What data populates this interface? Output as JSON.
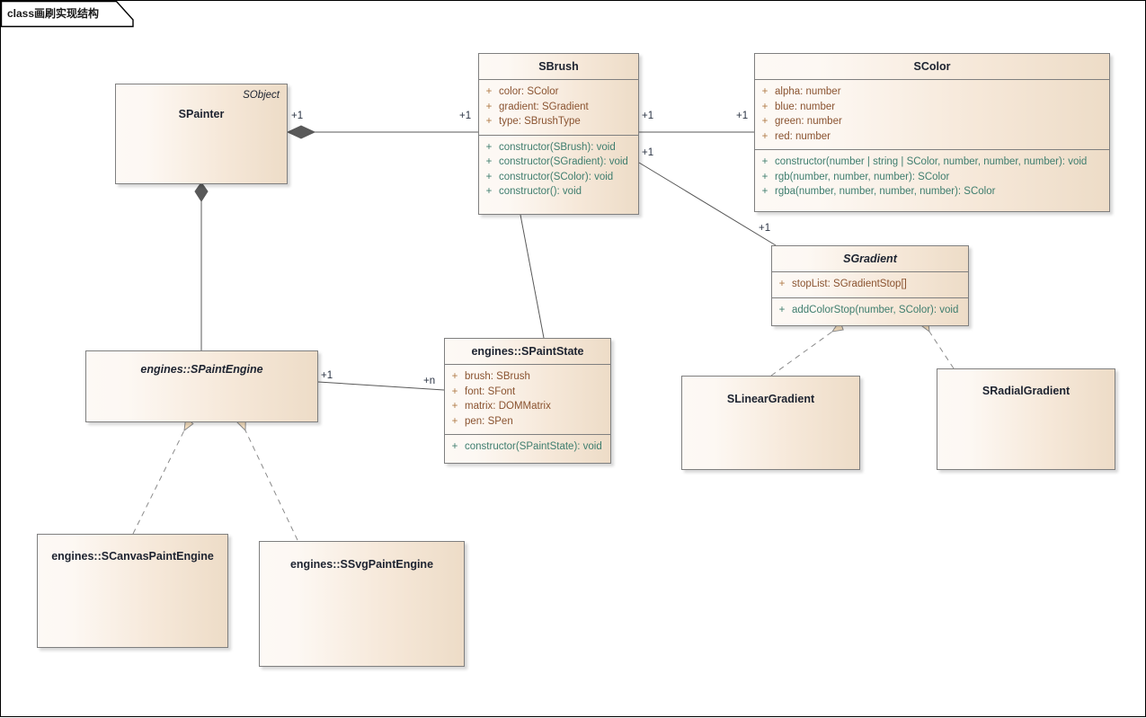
{
  "frame": {
    "keyword": "class",
    "name": "画刷实现结构",
    "label": "class画刷实现结构"
  },
  "colors": {
    "box_fill_light": "#fdf9f5",
    "box_fill_dark": "#eddcc7",
    "box_border": "#7f7f7f",
    "attribute_text": "#8a5330",
    "operation_text": "#3e7d6e",
    "visibility_text": "#b07a46",
    "title_text": "#1d2330",
    "link_line": "#595959",
    "arrowhead_fill": "#f5dfc0",
    "canvas_border": "#000000"
  },
  "classes": [
    {
      "id": "spainter",
      "name": "SPainter",
      "stereotype": "SObject",
      "abstract": false,
      "attributes": [],
      "operations": []
    },
    {
      "id": "sbrush",
      "name": "SBrush",
      "stereotype": "",
      "abstract": false,
      "attributes": [
        {
          "visibility": "+",
          "text": "color: SColor"
        },
        {
          "visibility": "+",
          "text": "gradient: SGradient"
        },
        {
          "visibility": "+",
          "text": "type: SBrushType"
        }
      ],
      "operations": [
        {
          "visibility": "+",
          "text": "constructor(SBrush): void"
        },
        {
          "visibility": "+",
          "text": "constructor(SGradient): void"
        },
        {
          "visibility": "+",
          "text": "constructor(SColor): void"
        },
        {
          "visibility": "+",
          "text": "constructor(): void"
        }
      ]
    },
    {
      "id": "scolor",
      "name": "SColor",
      "stereotype": "",
      "abstract": false,
      "attributes": [
        {
          "visibility": "+",
          "text": "alpha: number"
        },
        {
          "visibility": "+",
          "text": "blue: number"
        },
        {
          "visibility": "+",
          "text": "green: number"
        },
        {
          "visibility": "+",
          "text": "red: number"
        }
      ],
      "operations": [
        {
          "visibility": "+",
          "text": "constructor(number | string | SColor, number, number, number): void"
        },
        {
          "visibility": "+",
          "text": "rgb(number, number, number): SColor"
        },
        {
          "visibility": "+",
          "text": "rgba(number, number, number, number): SColor"
        }
      ]
    },
    {
      "id": "sgradient",
      "name": "SGradient",
      "stereotype": "",
      "abstract": true,
      "attributes": [
        {
          "visibility": "+",
          "text": "stopList: SGradientStop[]"
        }
      ],
      "operations": [
        {
          "visibility": "+",
          "text": "addColorStop(number, SColor): void"
        }
      ]
    },
    {
      "id": "spaintengine",
      "name": "engines::SPaintEngine",
      "stereotype": "",
      "abstract": true,
      "attributes": [],
      "operations": []
    },
    {
      "id": "spaintstate",
      "name": "engines::SPaintState",
      "stereotype": "",
      "abstract": false,
      "attributes": [
        {
          "visibility": "+",
          "text": "brush: SBrush"
        },
        {
          "visibility": "+",
          "text": "font: SFont"
        },
        {
          "visibility": "+",
          "text": "matrix: DOMMatrix"
        },
        {
          "visibility": "+",
          "text": "pen: SPen"
        }
      ],
      "operations": [
        {
          "visibility": "+",
          "text": "constructor(SPaintState): void"
        }
      ]
    },
    {
      "id": "slineargradient",
      "name": "SLinearGradient",
      "stereotype": "",
      "abstract": false,
      "attributes": [],
      "operations": []
    },
    {
      "id": "sradialgradient",
      "name": "SRadialGradient",
      "stereotype": "",
      "abstract": false,
      "attributes": [],
      "operations": []
    },
    {
      "id": "scanvaspaintengine",
      "name": "engines::SCanvasPaintEngine",
      "stereotype": "",
      "abstract": false,
      "attributes": [],
      "operations": []
    },
    {
      "id": "ssvgpaintengine",
      "name": "engines::SSvgPaintEngine",
      "stereotype": "",
      "abstract": false,
      "attributes": [],
      "operations": []
    }
  ],
  "multiplicities": [
    {
      "id": "m-spainter-brush",
      "label": "+1"
    },
    {
      "id": "m-sbrush-painter",
      "label": "+1"
    },
    {
      "id": "m-sbrush-color",
      "label": "+1"
    },
    {
      "id": "m-scolor-brush",
      "label": "+1"
    },
    {
      "id": "m-sbrush-gradient",
      "label": "+1"
    },
    {
      "id": "m-sgradient-brush",
      "label": "+1"
    },
    {
      "id": "m-spaintengine-state",
      "label": "+1"
    },
    {
      "id": "m-spaintstate-engine",
      "label": "+n"
    }
  ],
  "relations": [
    {
      "id": "r-painter-brush",
      "type": "composition",
      "from": "SPainter",
      "to": "SBrush"
    },
    {
      "id": "r-brush-color",
      "type": "association",
      "from": "SBrush",
      "to": "SColor"
    },
    {
      "id": "r-brush-gradient",
      "type": "association",
      "from": "SBrush",
      "to": "SGradient"
    },
    {
      "id": "r-painter-engine",
      "type": "composition",
      "from": "SPainter",
      "to": "engines::SPaintEngine"
    },
    {
      "id": "r-engine-state",
      "type": "association",
      "from": "engines::SPaintEngine",
      "to": "engines::SPaintState"
    },
    {
      "id": "r-brush-state",
      "type": "association",
      "from": "SBrush",
      "to": "engines::SPaintState"
    },
    {
      "id": "r-linear-gradient",
      "type": "generalization",
      "from": "SLinearGradient",
      "to": "SGradient"
    },
    {
      "id": "r-radial-gradient",
      "type": "generalization",
      "from": "SRadialGradient",
      "to": "SGradient"
    },
    {
      "id": "r-canvas-engine",
      "type": "generalization",
      "from": "engines::SCanvasPaintEngine",
      "to": "engines::SPaintEngine"
    },
    {
      "id": "r-svg-engine",
      "type": "generalization",
      "from": "engines::SSvgPaintEngine",
      "to": "engines::SPaintEngine"
    }
  ]
}
